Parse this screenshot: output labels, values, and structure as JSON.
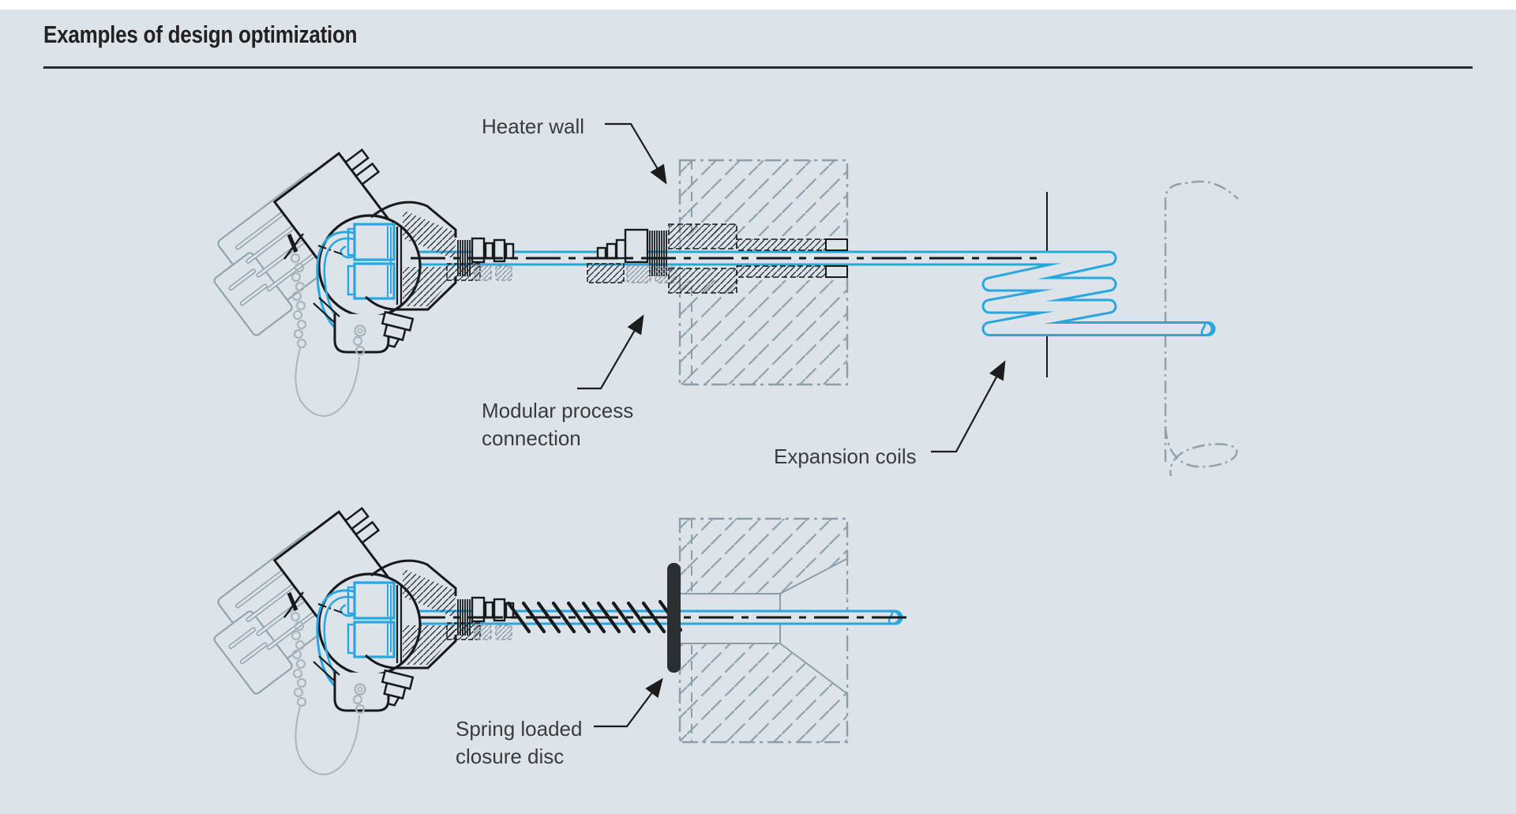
{
  "page": {
    "title": "Examples of design optimization",
    "background_color": "#dce4ea",
    "accent_blue": "#27a6e0",
    "drawing_black": "#17191b",
    "drawing_gray": "#94a4ae",
    "text_color": "#3b3b3d"
  },
  "labels": {
    "heater_wall": "Heater wall",
    "modular_line1": "Modular process",
    "modular_line2": "connection",
    "expansion_coils": "Expansion coils",
    "spring_line1": "Spring loaded",
    "spring_line2": "closure disc"
  }
}
